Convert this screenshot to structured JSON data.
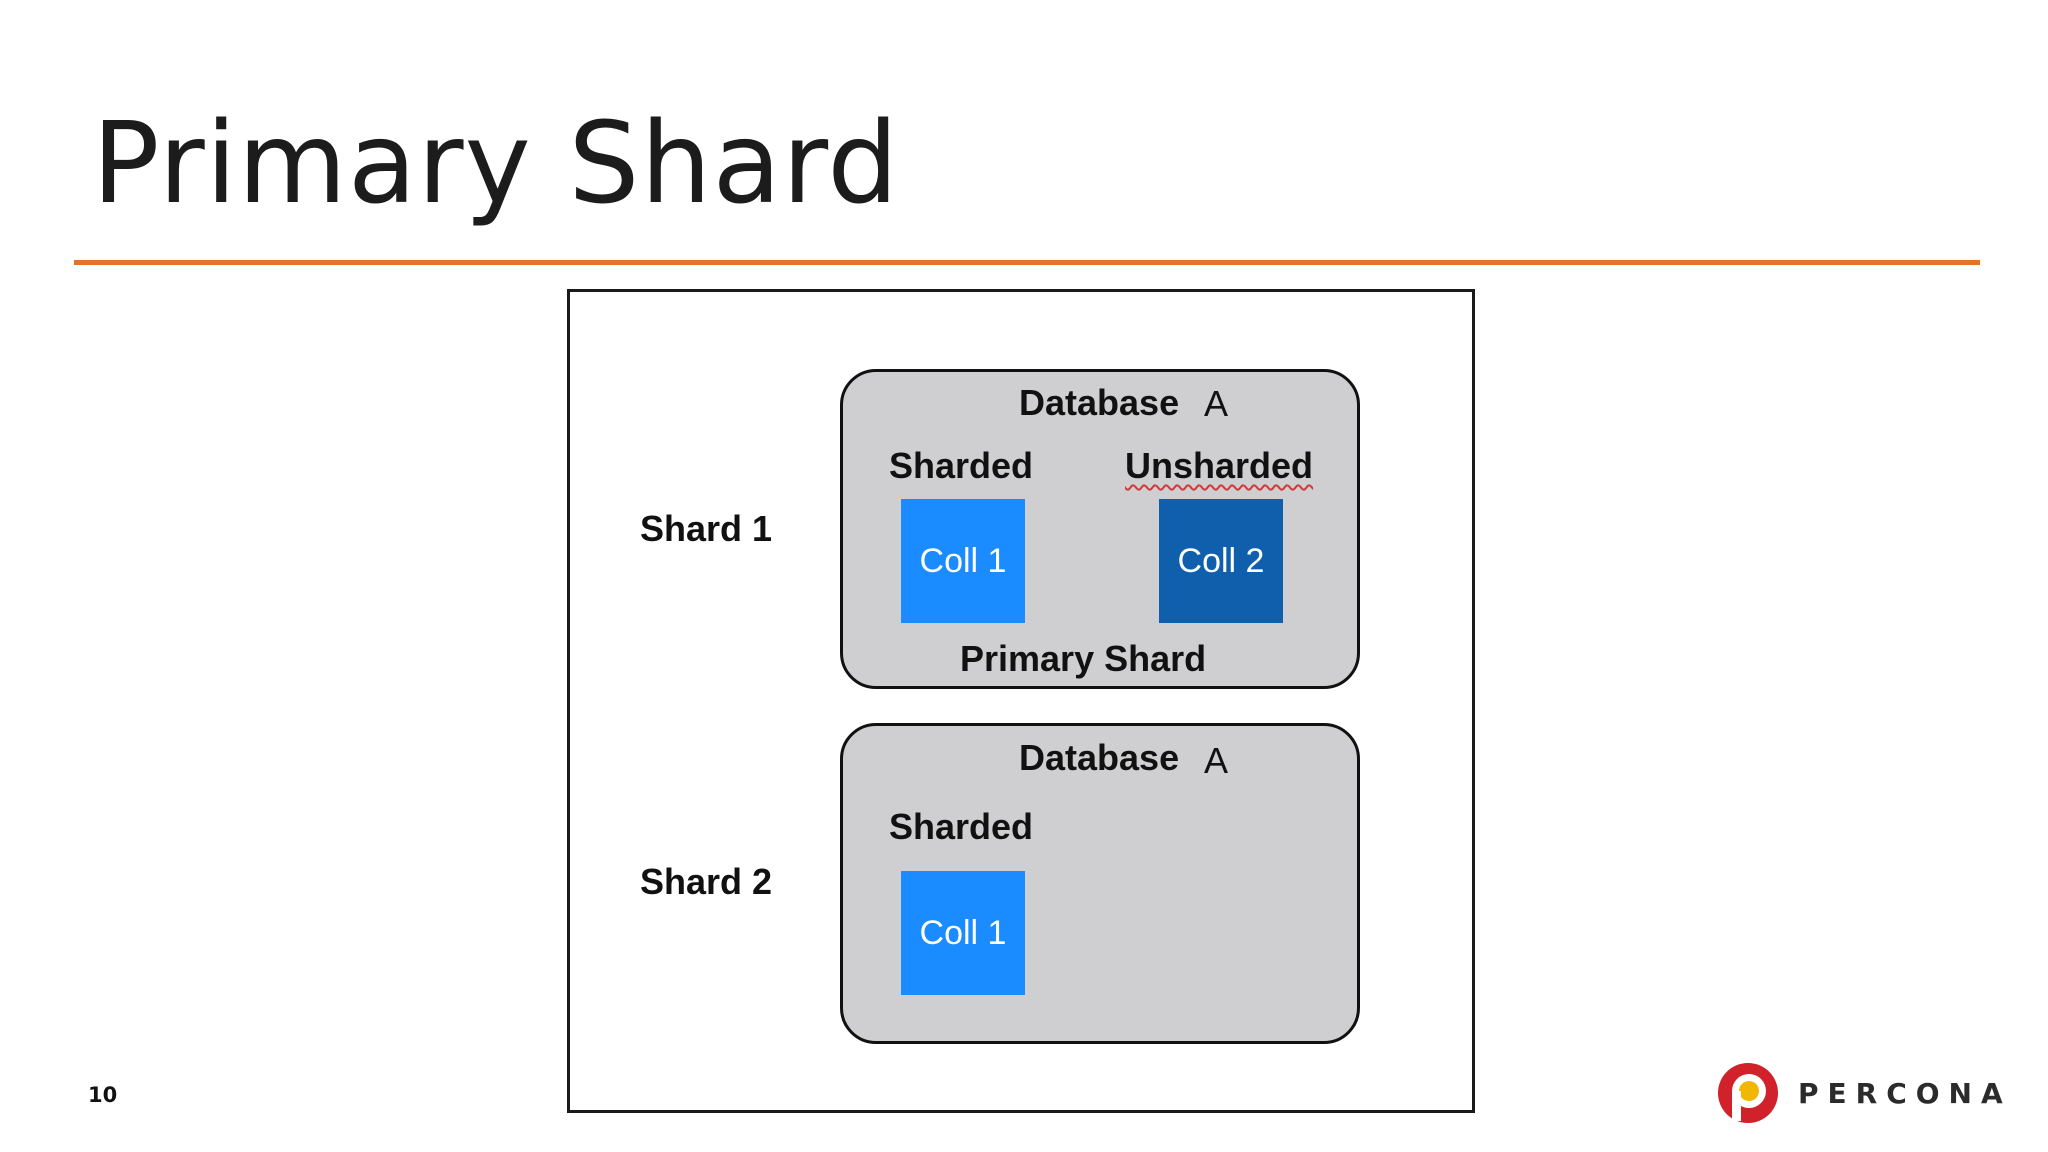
{
  "slide": {
    "title": "Primary Shard",
    "page_number": "10"
  },
  "diagram": {
    "shards": [
      {
        "label": "Shard 1",
        "database": {
          "title": "Database",
          "letter": "A",
          "columns": [
            {
              "heading": "Sharded",
              "collection": "Coll 1",
              "color": "#1a8cff"
            },
            {
              "heading": "Unsharded",
              "collection": "Coll 2",
              "color": "#0f5fad"
            }
          ],
          "footer": "Primary Shard"
        }
      },
      {
        "label": "Shard 2",
        "database": {
          "title": "Database",
          "letter": "A",
          "columns": [
            {
              "heading": "Sharded",
              "collection": "Coll 1",
              "color": "#1a8cff"
            }
          ]
        }
      }
    ]
  },
  "branding": {
    "logo_text": "PERCONA",
    "accent": "#e8712a",
    "logo_colors": [
      "#d1212a",
      "#f2b705"
    ]
  }
}
